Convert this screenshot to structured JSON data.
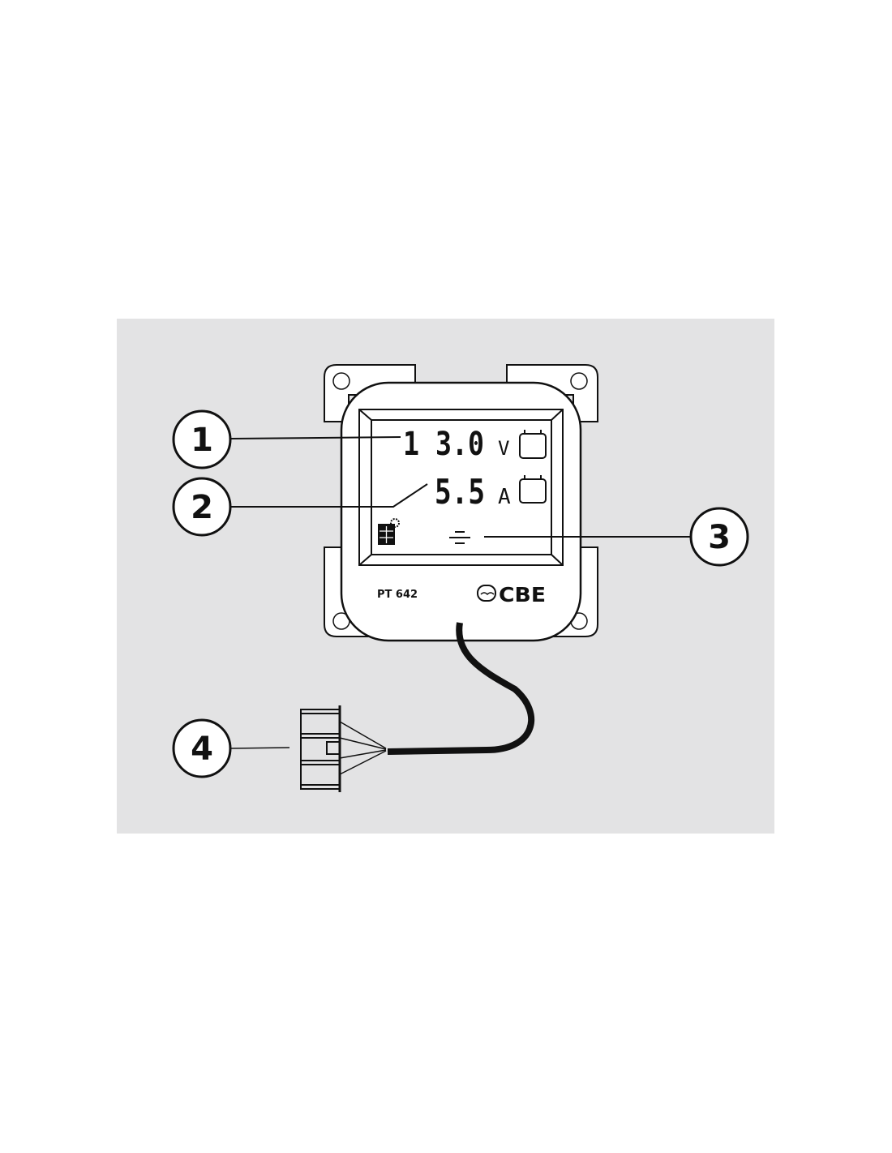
{
  "device": {
    "model": "PT 642",
    "brand": "CBE",
    "display": {
      "voltage_value": "1 3.0",
      "voltage_unit": "V",
      "current_value": "5.5",
      "current_unit": "A"
    }
  },
  "callouts": [
    {
      "label": "1"
    },
    {
      "label": "2"
    },
    {
      "label": "3"
    },
    {
      "label": "4"
    }
  ],
  "colors": {
    "panel": "#e3e3e4",
    "device": "#ffffff",
    "ink": "#111111"
  }
}
